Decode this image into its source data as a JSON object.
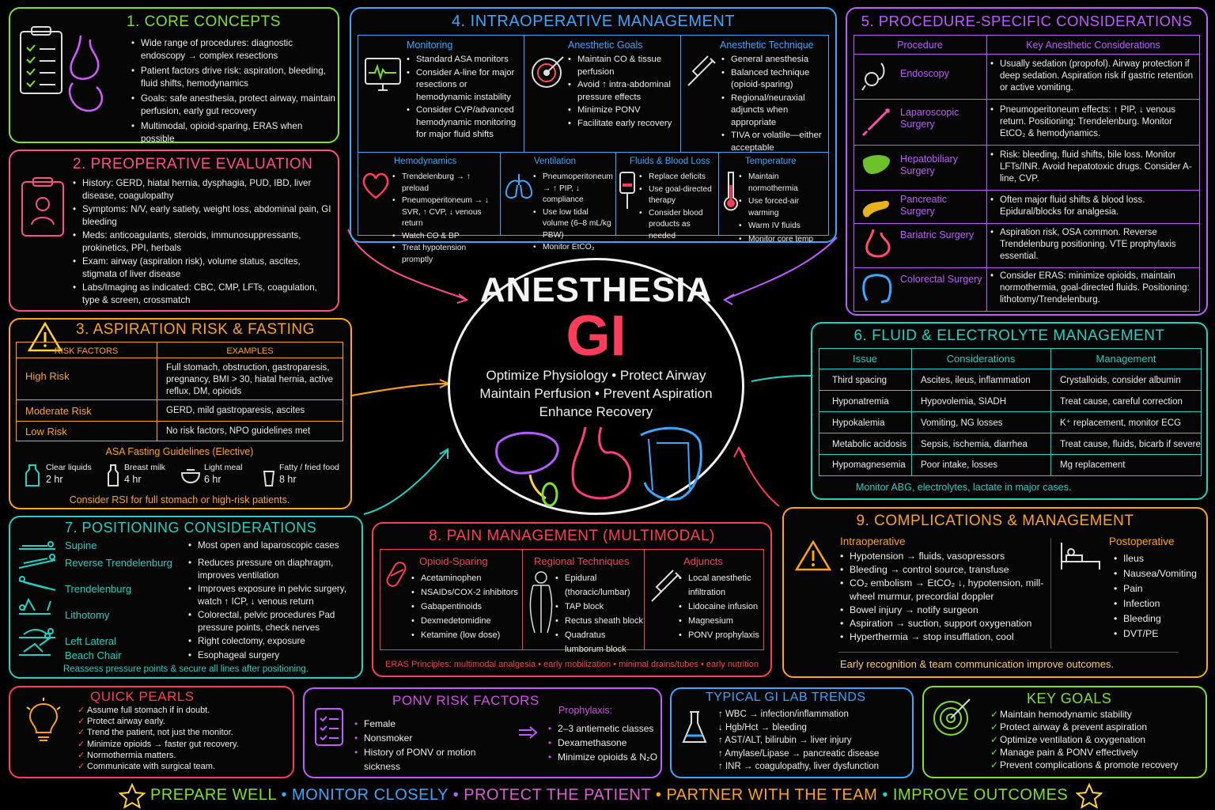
{
  "center": {
    "title": "ANESTHESIA",
    "subtitle": "GI",
    "lines": [
      "Optimize Physiology • Protect Airway",
      "Maintain Perfusion • Prevent Aspiration",
      "Enhance Recovery"
    ]
  },
  "core": {
    "title": "1. CORE CONCEPTS",
    "items": [
      "Wide range of procedures: diagnostic endoscopy → complex resections",
      "Patient factors drive risk: aspiration, bleeding, fluid shifts, hemodynamics",
      "Goals: safe anesthesia, protect airway, maintain perfusion, early gut recovery",
      "Multimodal, opioid-sparing, ERAS when possible"
    ]
  },
  "preop": {
    "title": "2. PREOPERATIVE EVALUATION",
    "items": [
      "History: GERD, hiatal hernia, dysphagia, PUD, IBD, liver disease, coagulopathy",
      "Symptoms: N/V, early satiety, weight loss, abdominal pain, GI bleeding",
      "Meds: anticoagulants, steroids, immunosuppressants, prokinetics, PPI, herbals",
      "Exam: airway (aspiration risk), volume status, ascites, stigmata of liver disease",
      "Labs/Imaging as indicated: CBC, CMP, LFTs, coagulation, type & screen, crossmatch"
    ]
  },
  "aspiration": {
    "title": "3. ASPIRATION RISK & FASTING",
    "col1": "RISK FACTORS",
    "col2": "EXAMPLES",
    "rows": [
      {
        "risk": "High Risk",
        "ex": "Full stomach, obstruction, gastroparesis, pregnancy, BMI > 30, hiatal hernia, active reflux, DM, opioids"
      },
      {
        "risk": "Moderate Risk",
        "ex": "GERD, mild gastroparesis, ascites"
      },
      {
        "risk": "Low Risk",
        "ex": "No risk factors, NPO guidelines met"
      }
    ],
    "fasting_title": "ASA Fasting Guidelines (Elective)",
    "fasting": [
      {
        "label": "Clear liquids",
        "time": "2 hr"
      },
      {
        "label": "Breast milk",
        "time": "4 hr"
      },
      {
        "label": "Light meal",
        "time": "6 hr"
      },
      {
        "label": "Fatty / fried food",
        "time": "8 hr"
      }
    ],
    "footer": "Consider RSI for full stomach or high-risk patients."
  },
  "intraop": {
    "title": "4. INTRAOPERATIVE MANAGEMENT",
    "top": [
      {
        "title": "Monitoring",
        "items": [
          "Standard ASA monitors",
          "Consider A-line for major resections or hemodynamic instability",
          "Consider CVP/advanced hemodynamic monitoring for major fluid shifts"
        ]
      },
      {
        "title": "Anesthetic Goals",
        "items": [
          "Maintain CO & tissue perfusion",
          "Avoid ↑ intra-abdominal pressure effects",
          "Minimize PONV",
          "Facilitate early recovery"
        ]
      },
      {
        "title": "Anesthetic Technique",
        "items": [
          "General anesthesia",
          "Balanced technique (opioid-sparing)",
          "Regional/neuraxial adjuncts when appropriate",
          "TIVA or volatile—either acceptable"
        ]
      }
    ],
    "bottom": [
      {
        "title": "Hemodynamics",
        "items": [
          "Trendelenburg → ↑ preload",
          "Pneumoperitoneum → ↓ SVR, ↑ CVP, ↓ venous return",
          "Watch CO & BP",
          "Treat hypotension promptly"
        ]
      },
      {
        "title": "Ventilation",
        "items": [
          "Pneumoperitoneum → ↑ PIP, ↓ compliance",
          "Use low tidal volume (6–8 mL/kg PBW)",
          "Monitor EtCO₂"
        ]
      },
      {
        "title": "Fluids & Blood Loss",
        "items": [
          "Replace deficits",
          "Use goal-directed therapy",
          "Consider blood products as needed"
        ]
      },
      {
        "title": "Temperature",
        "items": [
          "Maintain normothermia",
          "Use forced-air warming",
          "Warm IV fluids",
          "Monitor core temp"
        ]
      }
    ]
  },
  "procedures": {
    "title": "5. PROCEDURE-SPECIFIC CONSIDERATIONS",
    "col1": "Procedure",
    "col2": "Key Anesthetic Considerations",
    "rows": [
      {
        "name": "Endoscopy",
        "text": "Usually sedation (propofol). Airway protection if deep sedation. Aspiration risk if gastric retention or active vomiting."
      },
      {
        "name": "Laparoscopic Surgery",
        "text": "Pneumoperitoneum effects: ↑ PIP, ↓ venous return. Positioning: Trendelenburg. Monitor EtCO₂ & hemodynamics."
      },
      {
        "name": "Hepatobiliary Surgery",
        "text": "Risk: bleeding, fluid shifts, bile loss. Monitor LFTs/INR. Avoid hepatotoxic drugs. Consider A-line, CVP."
      },
      {
        "name": "Pancreatic Surgery",
        "text": "Often major fluid shifts & blood loss. Epidural/blocks for analgesia."
      },
      {
        "name": "Bariatric Surgery",
        "text": "Aspiration risk, OSA common. Reverse Trendelenburg positioning. VTE prophylaxis essential."
      },
      {
        "name": "Colorectal Surgery",
        "text": "Consider ERAS: minimize opioids, maintain normothermia, goal-directed fluids. Positioning: lithotomy/Trendelenburg."
      }
    ]
  },
  "fluids": {
    "title": "6. FLUID & ELECTROLYTE MANAGEMENT",
    "cols": [
      "Issue",
      "Considerations",
      "Management"
    ],
    "rows": [
      [
        "Third spacing",
        "Ascites, ileus, inflammation",
        "Crystalloids, consider albumin"
      ],
      [
        "Hyponatremia",
        "Hypovolemia, SIADH",
        "Treat cause, careful correction"
      ],
      [
        "Hypokalemia",
        "Vomiting, NG losses",
        "K⁺ replacement, monitor ECG"
      ],
      [
        "Metabolic acidosis",
        "Sepsis, ischemia, diarrhea",
        "Treat cause, fluids, bicarb if severe"
      ],
      [
        "Hypomagnesemia",
        "Poor intake, losses",
        "Mg replacement"
      ]
    ],
    "footer": "Monitor ABG, electrolytes, lactate in major cases."
  },
  "positioning": {
    "title": "7. POSITIONING CONSIDERATIONS",
    "rows": [
      {
        "name": "Supine",
        "text": "Most open and laparoscopic cases"
      },
      {
        "name": "Reverse Trendelenburg",
        "text": "Reduces pressure on diaphragm, improves ventilation"
      },
      {
        "name": "Trendelenburg",
        "text": "Improves exposure in pelvic surgery, watch ↑ ICP, ↓ venous return"
      },
      {
        "name": "Lithotomy",
        "text": "Colorectal, pelvic procedures Pad pressure points, check nerves"
      },
      {
        "name": "Left Lateral",
        "text": "Right colectomy, exposure"
      },
      {
        "name": "Beach Chair",
        "text": "Esophageal surgery"
      }
    ],
    "footer": "Reassess pressure points & secure all lines after positioning."
  },
  "pain": {
    "title": "8. PAIN MANAGEMENT (MULTIMODAL)",
    "cols": [
      {
        "title": "Opioid-Sparing",
        "items": [
          "Acetaminophen",
          "NSAIDs/COX-2 inhibitors",
          "Gabapentinoids",
          "Dexmedetomidine",
          "Ketamine (low dose)"
        ]
      },
      {
        "title": "Regional Techniques",
        "items": [
          "Epidural (thoracic/lumbar)",
          "TAP block",
          "Rectus sheath block",
          "Quadratus lumborum block"
        ]
      },
      {
        "title": "Adjuncts",
        "items": [
          "Local anesthetic infiltration",
          "Lidocaine infusion",
          "Magnesium",
          "PONV prophylaxis"
        ]
      }
    ],
    "footer": "ERAS Principles: multimodal analgesia • early mobilization • minimal drains/tubes • early nutrition"
  },
  "complications": {
    "title": "9. COMPLICATIONS & MANAGEMENT",
    "intra_title": "Intraoperative",
    "intra": [
      "Hypotension → fluids, vasopressors",
      "Bleeding → control source, transfuse",
      "CO₂ embolism → EtCO₂ ↓, hypotension, mill-wheel murmur, precordial doppler",
      "Bowel injury → notify surgeon",
      "Aspiration → suction, support oxygenation",
      "Hyperthermia → stop insufflation, cool"
    ],
    "post_title": "Postoperative",
    "post": [
      "Ileus",
      "Nausea/Vomiting",
      "Pain",
      "Infection",
      "Bleeding",
      "DVT/PE"
    ],
    "footer": "Early recognition & team communication improve outcomes."
  },
  "pearls": {
    "title": "QUICK PEARLS",
    "items": [
      "Assume full stomach if in doubt.",
      "Protect airway early.",
      "Trend the patient, not just the monitor.",
      "Minimize opioids → faster gut recovery.",
      "Normothermia matters.",
      "Communicate with surgical team."
    ]
  },
  "ponv": {
    "title": "PONV RISK FACTORS",
    "items": [
      "Female",
      "Nonsmoker",
      "History of PONV or motion sickness"
    ],
    "proph_title": "Prophylaxis:",
    "proph": [
      "2–3 antiemetic classes",
      "Dexamethasone",
      "Minimize opioids & N₂O"
    ]
  },
  "labs": {
    "title": "TYPICAL GI LAB TRENDS",
    "items": [
      "↑ WBC → infection/inflammation",
      "↓ Hgb/Hct → bleeding",
      "↑ AST/ALT, bilirubin → liver injury",
      "↑ Amylase/Lipase → pancreatic disease",
      "↑ INR → coagulopathy, liver dysfunction"
    ]
  },
  "goals": {
    "title": "KEY GOALS",
    "items": [
      "Maintain hemodynamic stability",
      "Protect airway & prevent aspiration",
      "Optimize ventilation & oxygenation",
      "Manage pain & PONV effectively",
      "Prevent complications & promote recovery"
    ]
  },
  "footer": {
    "w1": "PREPARE WELL",
    "w2": "MONITOR CLOSELY",
    "w3": "PROTECT THE PATIENT",
    "w4": "PARTNER WITH THE TEAM",
    "w5": "IMPROVE OUTCOMES",
    "sep": "•"
  },
  "colors": {
    "green": "#7ee12e",
    "pink": "#ff4f8b",
    "orange": "#ffa41a",
    "blue": "#3aa8ff",
    "violet": "#c05cff",
    "teal": "#1fd3c4"
  }
}
